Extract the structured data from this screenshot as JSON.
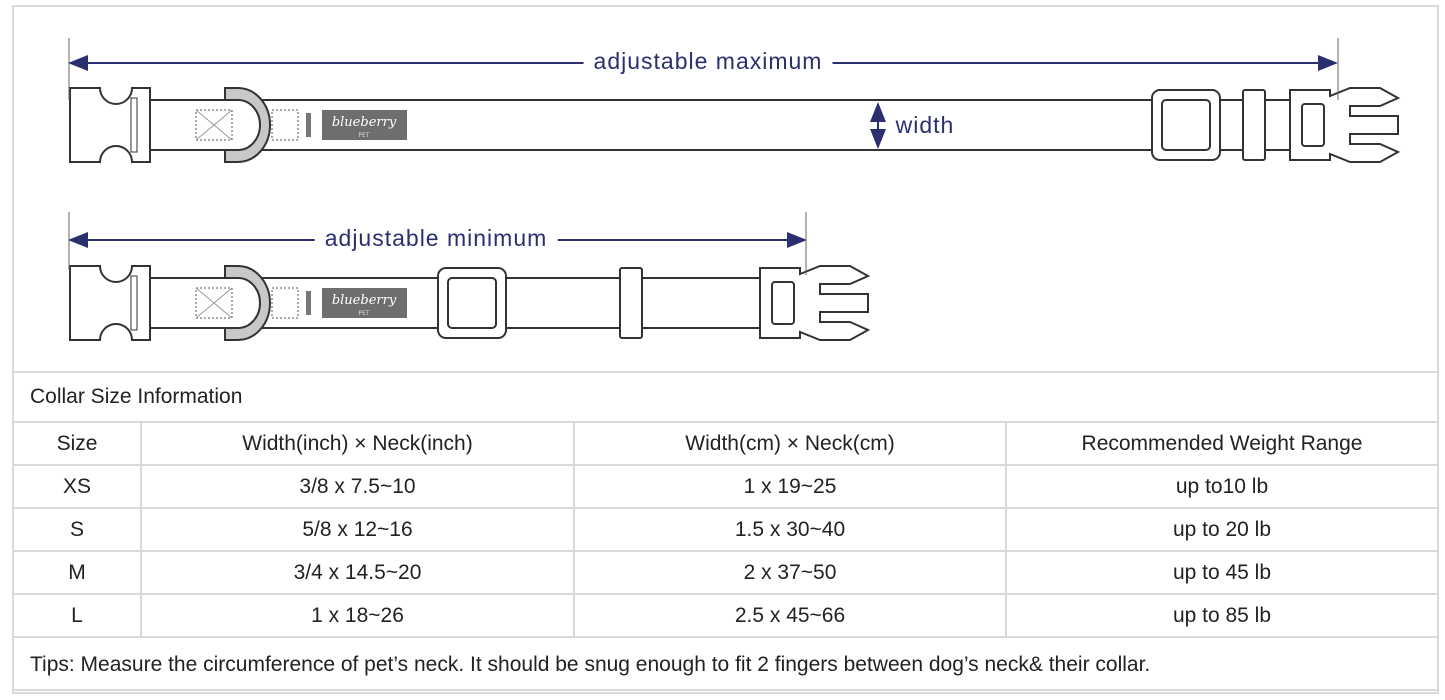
{
  "diagram": {
    "max_label": "adjustable maximum",
    "min_label": "adjustable minimum",
    "width_label": "width",
    "brand_logo": "blueberry",
    "brand_sub": "PET",
    "accent_color": "#2b2f6e"
  },
  "table": {
    "title": "Collar Size Information",
    "headers": [
      "Size",
      "Width(inch)  × Neck(inch)",
      "Width(cm)  × Neck(cm)",
      "Recommended Weight Range"
    ],
    "rows": [
      [
        "XS",
        "3/8 x 7.5~10",
        "1 x 19~25",
        "up to10 lb"
      ],
      [
        "S",
        "5/8 x 12~16",
        "1.5 x 30~40",
        "up to 20 lb"
      ],
      [
        "M",
        "3/4 x 14.5~20",
        "2 x 37~50",
        "up to 45 lb"
      ],
      [
        "L",
        "1 x 18~26",
        "2.5 x 45~66",
        "up to 85 lb"
      ]
    ],
    "tips": "Tips: Measure the circumference of pet’s neck. It should be snug enough to fit 2 fingers between dog’s neck& their collar."
  }
}
